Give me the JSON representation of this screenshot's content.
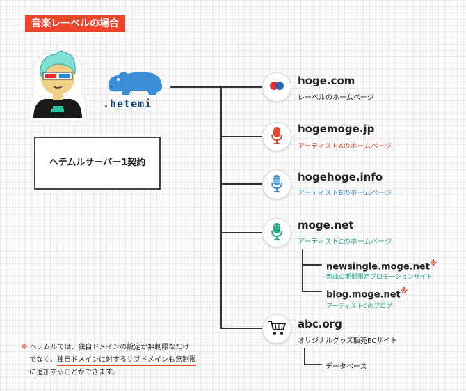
{
  "header": {
    "title": "音楽レーベルの場合"
  },
  "brand": {
    "logo_text": ".hetemi"
  },
  "contract": {
    "label": "ヘテムルサーバー1契約"
  },
  "colors": {
    "accent_red": "#e8472c",
    "blue": "#3a8fd6",
    "green": "#1fa88a",
    "text_dark": "#222222"
  },
  "sites": [
    {
      "domain": "hoge.com",
      "desc": "レーベルのホームページ",
      "icon": "label-dots-icon",
      "desc_color": "#222222"
    },
    {
      "domain": "hogemoge.jp",
      "desc": "アーティストAのホームページ",
      "icon": "red-microphone-icon",
      "desc_color": "#e8472c"
    },
    {
      "domain": "hogehoge.info",
      "desc": "アーティストBのホームページ",
      "icon": "blue-microphone-icon",
      "desc_color": "#3a8fd6"
    },
    {
      "domain": "moge.net",
      "desc": "アーティストCのホームページ",
      "icon": "green-microphone-icon",
      "desc_color": "#1fa88a"
    },
    {
      "domain": "abc.org",
      "desc": "オリジナルグッズ販売ECサイト",
      "icon": "shopping-cart-icon",
      "desc_color": "#222222"
    }
  ],
  "subdomains": [
    {
      "domain": "newsingle.moge.net",
      "mark": "※",
      "desc": "新曲の期間限定プロモーションサイト"
    },
    {
      "domain": "blog.moge.net",
      "mark": "※",
      "desc": "アーティストCのブログ"
    }
  ],
  "abc_child": {
    "label": "データベース"
  },
  "note": {
    "mark": "※",
    "line1": "ヘテムルでは、独自ドメインの設定が無制限なだけ",
    "line2_pre": "でなく、",
    "line2_underlined": "独自ドメインに対するサブドメインも無制限",
    "line3": "に追加することができます。"
  }
}
